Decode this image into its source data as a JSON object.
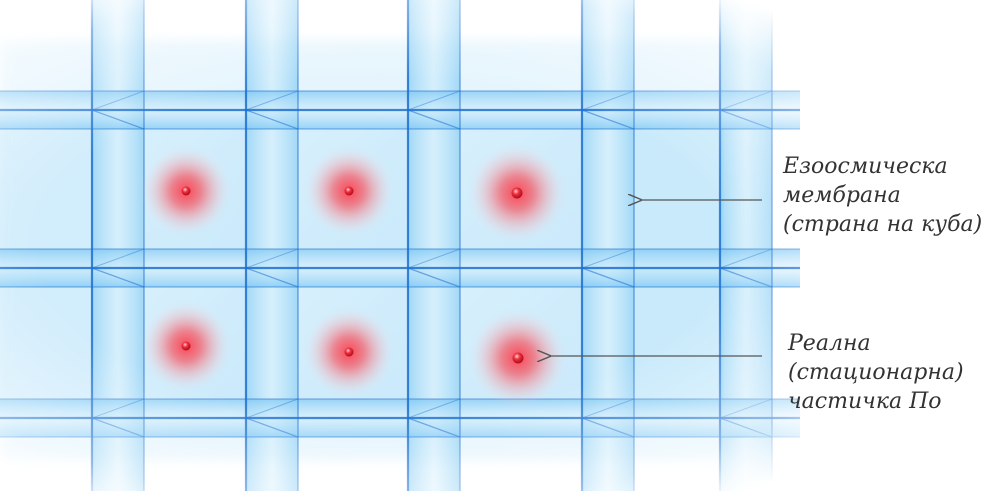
{
  "colors": {
    "grid_blue": "#1e6fd0",
    "grid_light": "#5bbcf2",
    "cell_fill": "#a8dcf7",
    "particle_glow": "#f0414f",
    "particle_core": "#e8202e",
    "arrow": "#555555",
    "text": "#333333",
    "background": "#ffffff"
  },
  "labels": {
    "membrane": {
      "lines": [
        "Езоосмическа",
        "мембрана",
        "(страна на куба)"
      ]
    },
    "particle": {
      "lines": [
        "Реална",
        "(стационарна)",
        "частичка По"
      ]
    }
  },
  "particles": {
    "rows": 2,
    "columns": 3,
    "count": 6
  }
}
